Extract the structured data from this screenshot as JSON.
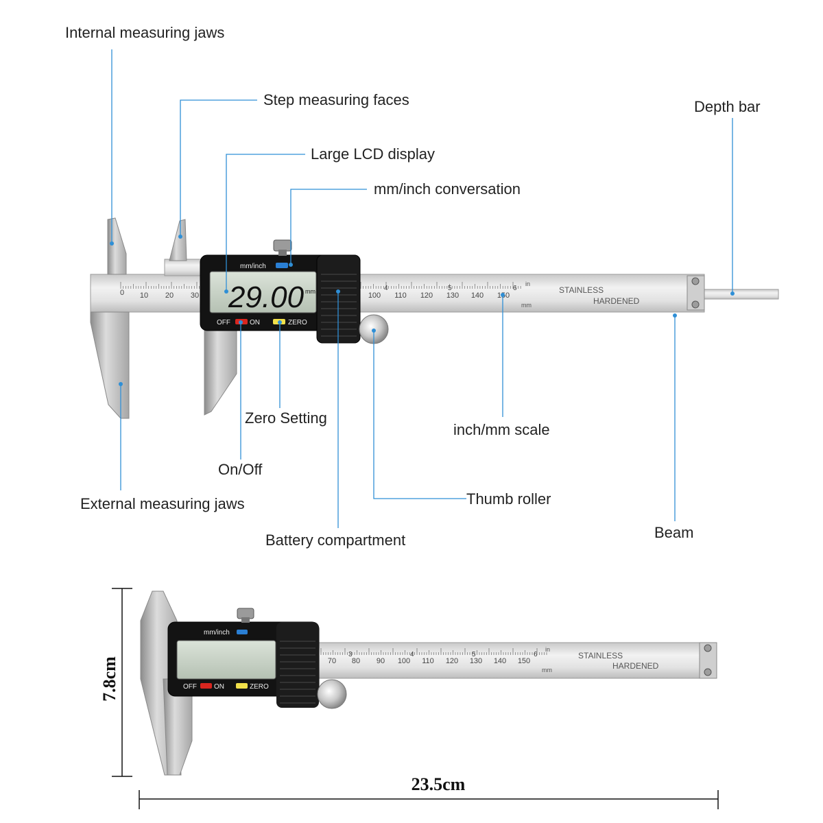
{
  "callouts": {
    "internal_jaws": "Internal measuring jaws",
    "step_faces": "Step measuring faces",
    "lcd_display": "Large LCD display",
    "unit_conversion": "mm/inch conversation",
    "depth_bar": "Depth bar",
    "zero_setting": "Zero Setting",
    "inch_mm_scale": "inch/mm scale",
    "on_off": "On/Off",
    "external_jaws": "External measuring jaws",
    "thumb_roller": "Thumb roller",
    "battery": "Battery compartment",
    "beam": "Beam"
  },
  "top_caliper": {
    "lcd_value": "29.00",
    "lcd_unit": "mm",
    "unit_button": "mm/inch",
    "off_label": "OFF",
    "on_label": "ON",
    "zero_label": "ZERO",
    "stainless": "STAINLESS",
    "hardened": "HARDENED",
    "in_label": "in",
    "mm_label": "mm",
    "scale_left": [
      "0",
      "10",
      "20",
      "30"
    ],
    "scale_right": [
      "100",
      "110",
      "120",
      "130",
      "140",
      "150"
    ],
    "inch_marks": [
      "4",
      "5",
      "6"
    ]
  },
  "bottom_caliper": {
    "unit_button": "mm/inch",
    "off_label": "OFF",
    "on_label": "ON",
    "zero_label": "ZERO",
    "stainless": "STAINLESS",
    "hardened": "HARDENED",
    "in_label": "in",
    "mm_label": "mm",
    "scale": [
      "70",
      "80",
      "90",
      "100",
      "110",
      "120",
      "130",
      "140",
      "150"
    ],
    "inch_marks": [
      "3",
      "4",
      "5",
      "6"
    ]
  },
  "dimensions": {
    "height": "7.8cm",
    "width": "23.5cm"
  },
  "colors": {
    "leader_line": "#2f8fd6",
    "lcd_background": "#c9d3c8",
    "body_black": "#111111",
    "steel": "#d7d7d7"
  }
}
